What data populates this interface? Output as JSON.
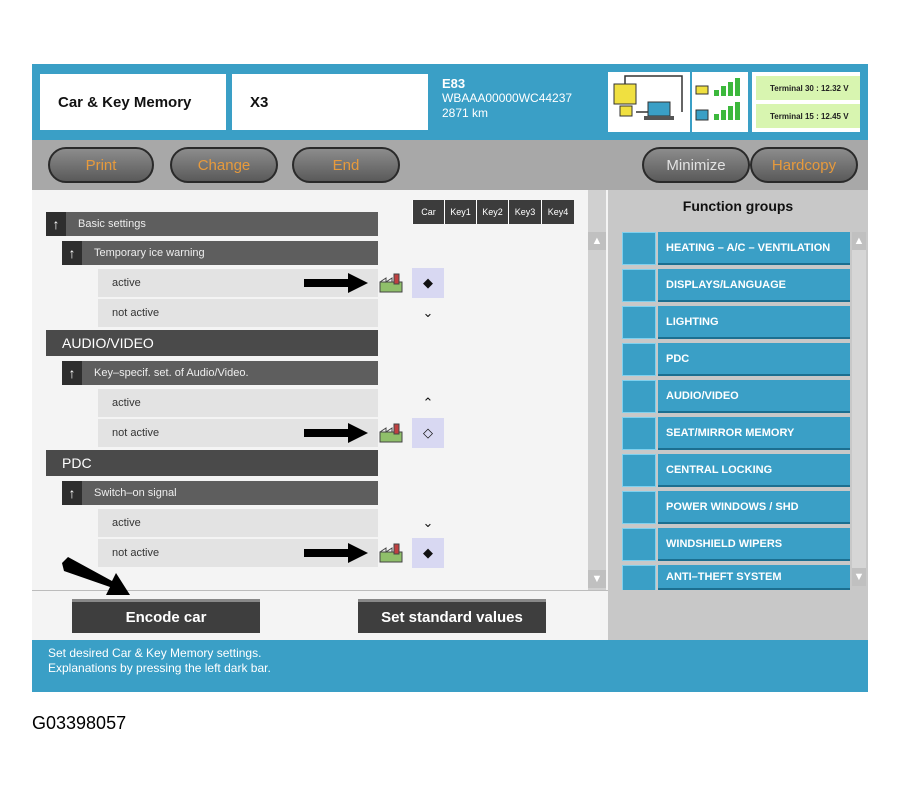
{
  "header": {
    "function": "Car & Key Memory",
    "model": "X3",
    "vehicle": {
      "series": "E83",
      "vin": "WBAAA00000WC44237",
      "mileage": "2871 km"
    },
    "terminal30": "Terminal 30 : 12.32 V",
    "terminal15": "Terminal 15 : 12.45 V"
  },
  "toolbar": {
    "print": "Print",
    "change": "Change",
    "end": "End",
    "minimize": "Minimize",
    "hardcopy": "Hardcopy"
  },
  "columns": [
    "Car",
    "Key1",
    "Key2",
    "Key3",
    "Key4"
  ],
  "settings": {
    "partial_group": "Basic settings",
    "temp_ice": "Temporary ice warning",
    "active": "active",
    "not_active": "not active",
    "audio_group": "AUDIO/VIDEO",
    "audio_setting": "Key–specif. set. of Audio/Video.",
    "pdc_group": "PDC",
    "pdc_setting": "Switch–on signal"
  },
  "function_groups": {
    "title": "Function groups",
    "items": [
      "HEATING – A/C – VENTILATION",
      "DISPLAYS/LANGUAGE",
      "LIGHTING",
      "PDC",
      "AUDIO/VIDEO",
      "SEAT/MIRROR MEMORY",
      "CENTRAL LOCKING",
      "POWER WINDOWS / SHD",
      "WINDSHIELD WIPERS",
      "ANTI–THEFT SYSTEM"
    ]
  },
  "buttons": {
    "encode": "Encode car",
    "standard": "Set standard values"
  },
  "status": {
    "line1": "Set desired Car & Key Memory settings.",
    "line2": "Explanations by pressing the left dark bar."
  },
  "caption": "G03398057",
  "colors": {
    "accent": "#3a9fc6",
    "button_text": "#e79a3c",
    "dark": "#3e3e3e"
  }
}
